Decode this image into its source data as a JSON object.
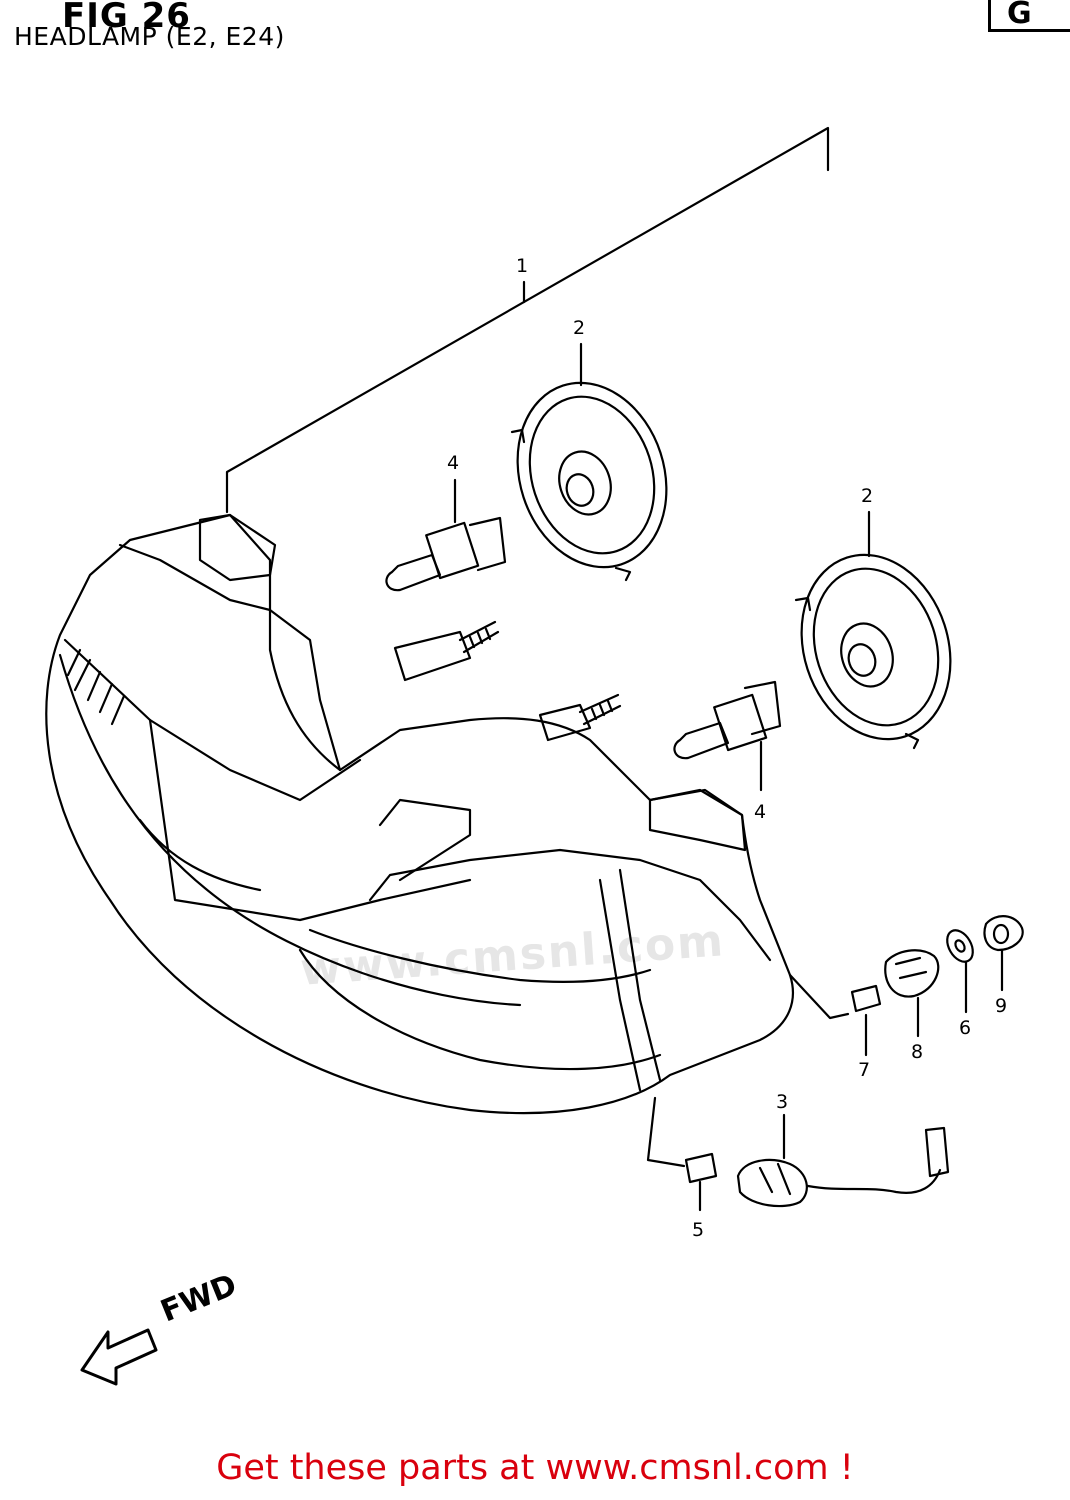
{
  "figure": {
    "label": "FIG 26",
    "subtitle": "HEADLAMP (E2, E24)",
    "corner_tag": "G"
  },
  "callouts": {
    "part1": "1",
    "part2a": "2",
    "part2b": "2",
    "part3": "3",
    "part4a": "4",
    "part4b": "4",
    "part5": "5",
    "part6": "6",
    "part7": "7",
    "part8": "8",
    "part9": "9"
  },
  "direction": {
    "label": "FWD"
  },
  "watermark": {
    "text": "www.cmsnl.com"
  },
  "footer": {
    "promo": "Get these parts at www.cmsnl.com !"
  }
}
